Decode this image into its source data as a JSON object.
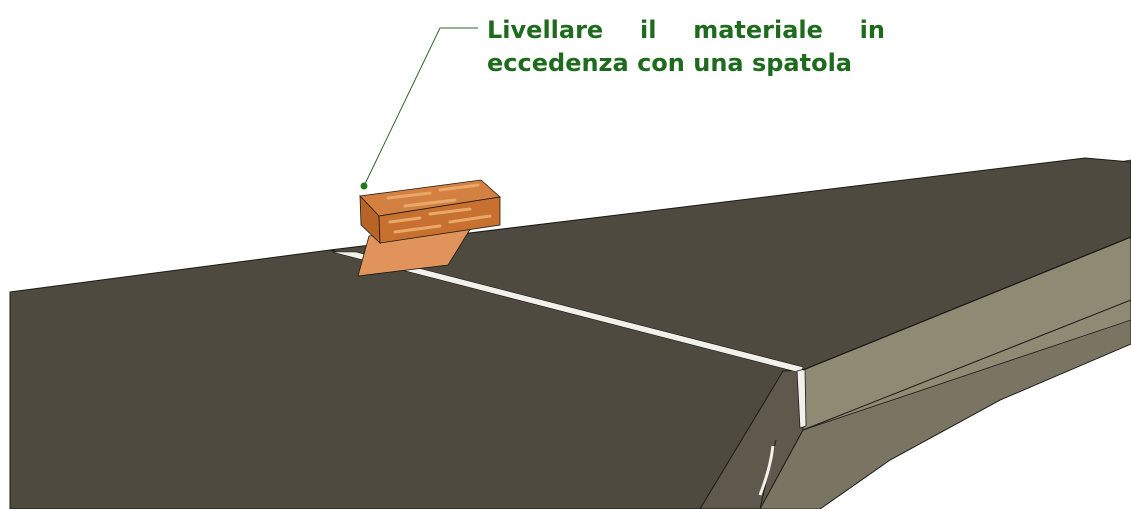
{
  "annotation": {
    "line1_words": [
      "Livellare",
      "il",
      "materiale",
      "in"
    ],
    "line2": "eccedenza con una spatola"
  },
  "colors": {
    "annotation_text": "#1e6b1e",
    "leader_line": "#2a6a2a",
    "leader_dot": "#1f7a1f",
    "slab_top": "#4e4a40",
    "slab_side": "#8f8a74",
    "slab_side_dark": "#6f6a58",
    "edge_line": "#1c1a16",
    "joint_fill": "#f2f0ea",
    "trowel_blade": "#e0935a",
    "trowel_handle": "#c7702f",
    "wood_grain": "#e8a86a"
  }
}
